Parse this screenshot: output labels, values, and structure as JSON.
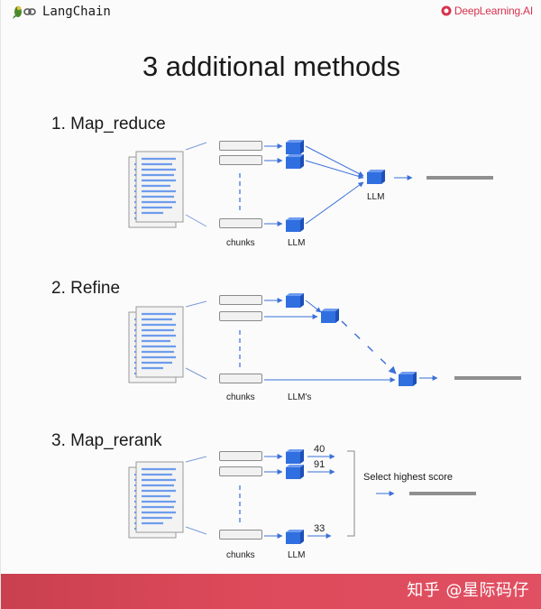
{
  "brand": {
    "left_name": "LangChain",
    "right_name": "DeepLearning.AI",
    "accent_color": "#d6334d"
  },
  "title": "3 additional methods",
  "sections": [
    {
      "heading": "1. Map_reduce",
      "chunks_label": "chunks",
      "llm_label": "LLM",
      "final_llm_label": "LLM"
    },
    {
      "heading": "2. Refine",
      "chunks_label": "chunks",
      "llm_label": "LLM's"
    },
    {
      "heading": "3. Map_rerank",
      "chunks_label": "chunks",
      "llm_label": "LLM",
      "scores": [
        "40",
        "91",
        "33"
      ],
      "select_label": "Select highest score"
    }
  ],
  "footer": {
    "watermark": "知乎 @星际码仔"
  },
  "colors": {
    "cube": "#2f6fe0",
    "arrow": "#3a6fd8",
    "connector": "#7a9bd8",
    "output_bar": "#8f8f8f"
  }
}
